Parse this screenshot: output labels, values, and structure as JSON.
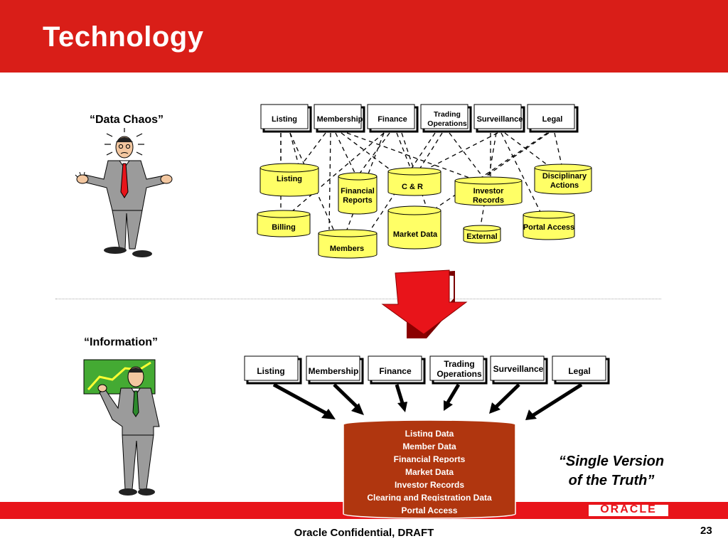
{
  "slide": {
    "title": "Technology",
    "page_number": "23"
  },
  "top": {
    "label": "“Data Chaos”",
    "systems": [
      "Listing",
      "Membership",
      "Finance",
      "Trading Operations",
      "Surveillance",
      "Legal"
    ],
    "stores": [
      "Listing",
      "Financial Reports",
      "C & R",
      "Investor Records",
      "Disciplinary Actions",
      "Billing",
      "Members",
      "Market Data",
      "External",
      "Portal Access"
    ]
  },
  "bottom": {
    "label": "“Information”",
    "systems": [
      "Listing",
      "Membership",
      "Finance",
      "Trading Operations",
      "Surveillance",
      "Legal"
    ],
    "db_layers": [
      "Listing Data",
      "Member Data",
      "Financial Reports",
      "Market Data",
      "Investor Records",
      "Clearing  and Registration Data",
      "Portal Access"
    ],
    "truth_line1": "“Single Version",
    "truth_line2": "of the Truth”"
  },
  "footer": {
    "text": "Oracle Confidential, DRAFT",
    "logo_text": "ORACLE"
  },
  "colors": {
    "header": "#d91e18",
    "cylinder": "#ffff66",
    "db_layer": "#b0360f",
    "arrow": "#e8141a"
  }
}
